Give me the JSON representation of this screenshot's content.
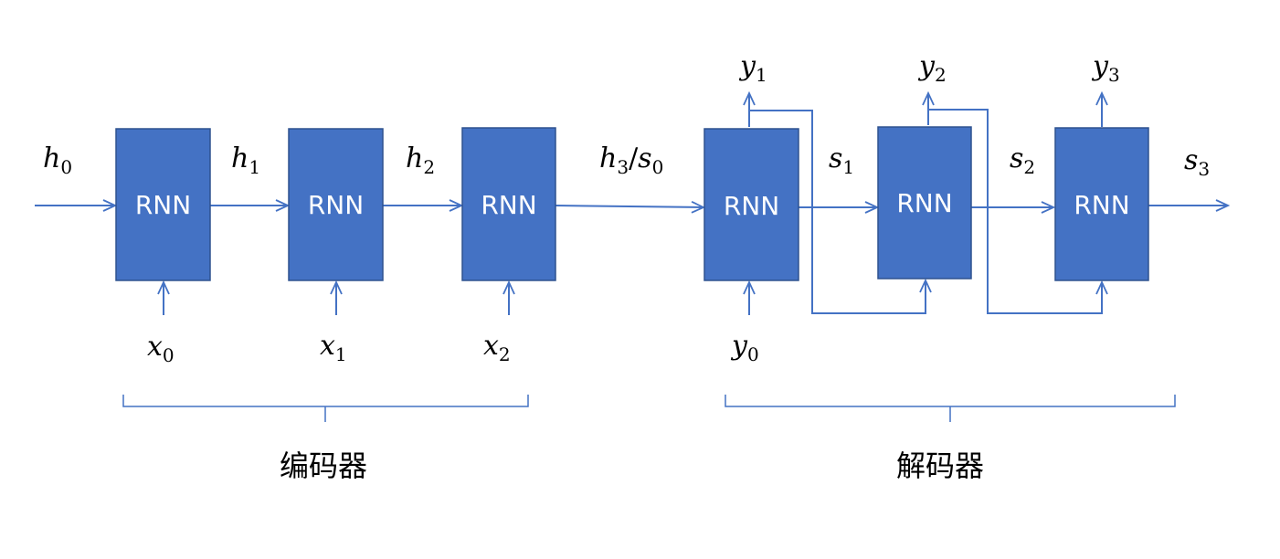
{
  "colors": {
    "box_fill": "#4472c4",
    "line": "#4472c4",
    "text": "#000000"
  },
  "blocks": {
    "enc0": "RNN",
    "enc1": "RNN",
    "enc2": "RNN",
    "dec0": "RNN",
    "dec1": "RNN",
    "dec2": "RNN"
  },
  "labels": {
    "h0": {
      "base": "h",
      "sub": "0"
    },
    "h1": {
      "base": "h",
      "sub": "1"
    },
    "h2": {
      "base": "h",
      "sub": "2"
    },
    "h3s0": {
      "base": "h",
      "sub": "3",
      "sep": "/",
      "base2": "s",
      "sub2": "0"
    },
    "s1": {
      "base": "s",
      "sub": "1"
    },
    "s2": {
      "base": "s",
      "sub": "2"
    },
    "s3": {
      "base": "s",
      "sub": "3"
    },
    "x0": {
      "base": "x",
      "sub": "0"
    },
    "x1": {
      "base": "x",
      "sub": "1"
    },
    "x2": {
      "base": "x",
      "sub": "2"
    },
    "y0": {
      "base": "y",
      "sub": "0"
    },
    "y1": {
      "base": "y",
      "sub": "1"
    },
    "y2": {
      "base": "y",
      "sub": "2"
    },
    "y3": {
      "base": "y",
      "sub": "3"
    }
  },
  "groups": {
    "encoder": "编码器",
    "decoder": "解码器"
  }
}
